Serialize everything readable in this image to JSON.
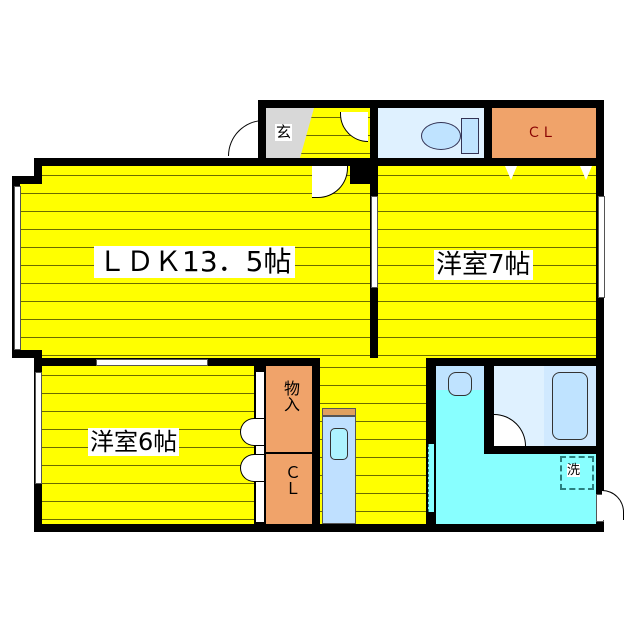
{
  "floorplan": {
    "rooms": {
      "ldk": {
        "label": "ＬＤＫ13．5帖"
      },
      "bedroom7": {
        "label": "洋室7帖"
      },
      "bedroom6": {
        "label": "洋室6帖"
      },
      "entrance": {
        "label": "玄"
      },
      "closet_top": {
        "label": "ＣＬ"
      },
      "storage": {
        "label": "物入"
      },
      "closet_bottom": {
        "label": "ＣＬ"
      },
      "washer": {
        "label": "洗"
      }
    },
    "colors": {
      "room_floor": "#ffff00",
      "closet": "#f0a36a",
      "wet_area": "#88ffff",
      "toilet_room": "#dff1ff",
      "entrance": "#d8d8d8",
      "wall": "#000000"
    }
  }
}
